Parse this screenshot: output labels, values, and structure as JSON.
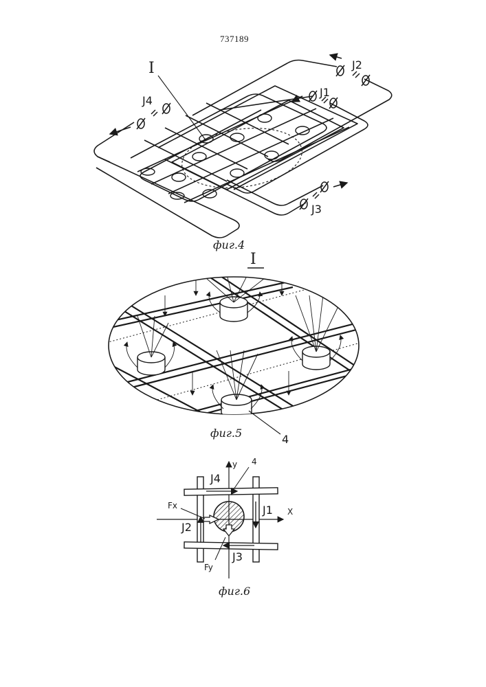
{
  "page": {
    "number": "737189"
  },
  "fig4": {
    "caption": "фиг.4",
    "detail_marker": "I",
    "terminals": {
      "j1": "J1",
      "j2": "J2",
      "j3": "J3",
      "j4": "J4"
    }
  },
  "fig5": {
    "caption": "фиг.5",
    "heading": "I",
    "part_number": "4"
  },
  "fig6": {
    "caption": "фиг.6",
    "part_number": "4",
    "axis_x": "X",
    "axis_y": "y",
    "force_x": "Fx",
    "force_y": "Fy",
    "currents": {
      "j1": "J1",
      "j2": "J2",
      "j3": "J3",
      "j4": "J4"
    }
  },
  "colors": {
    "ink": "#1a1a1a",
    "paper": "#ffffff"
  }
}
